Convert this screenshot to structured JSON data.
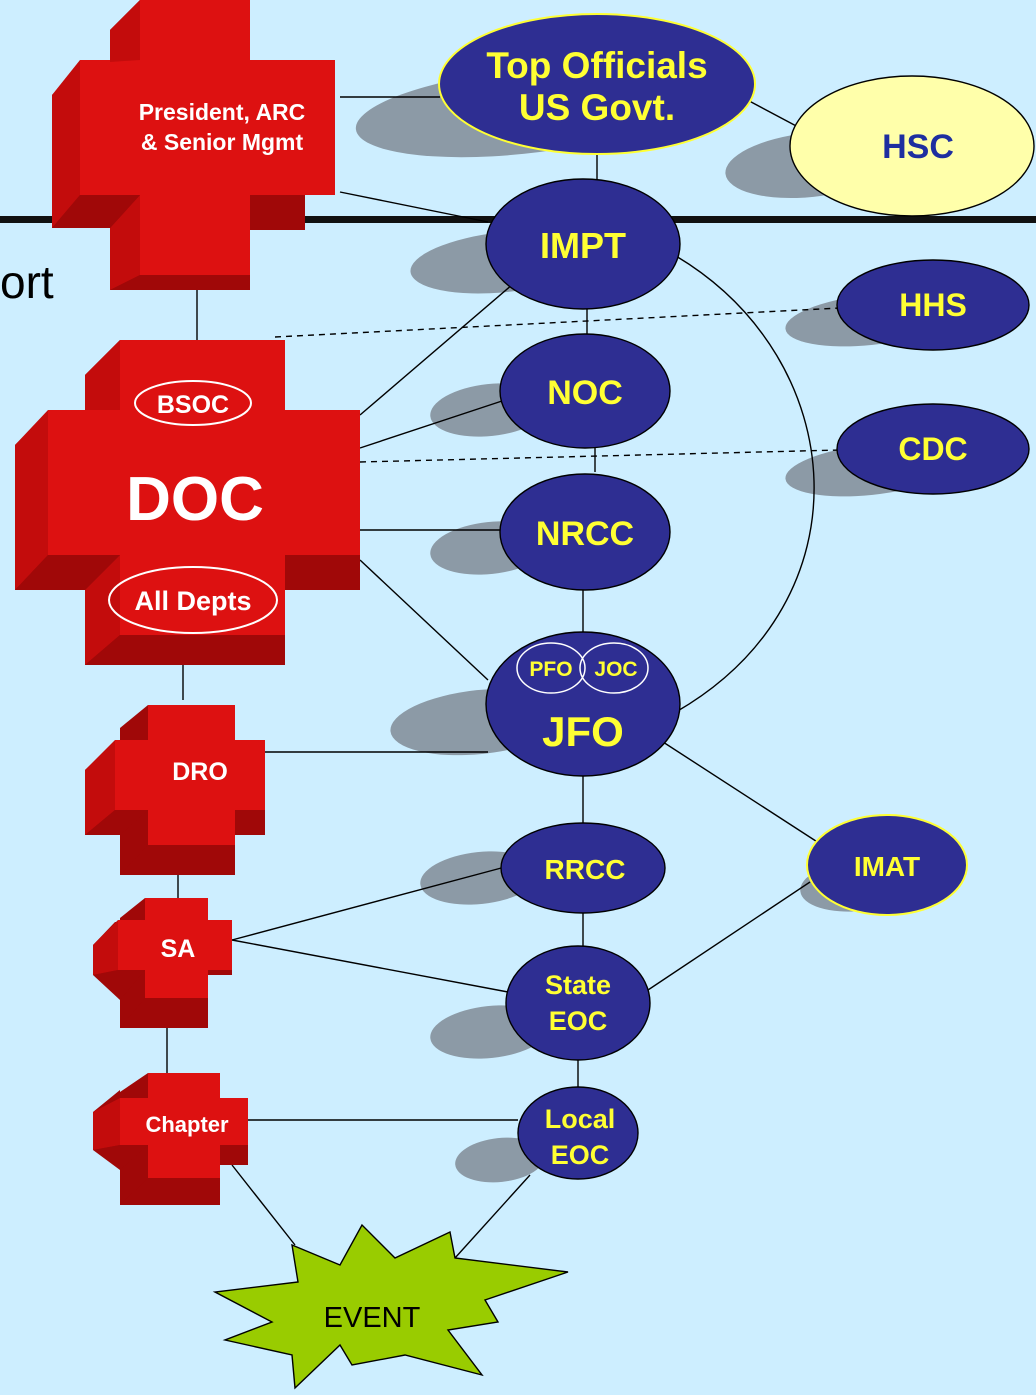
{
  "colors": {
    "background": "#cdeeff",
    "cross_red": "#dd1111",
    "cross_dark": "#a00808",
    "cross_mid": "#c30c0c",
    "fed_ellipse": "#2e2e92",
    "fed_text": "#ffff33",
    "yellow_ellipse": "#ffffaa",
    "yellow_text": "#1e2ea0",
    "shadow": "#8c9aa6",
    "event_fill": "#99cc00"
  },
  "background_text": "ort",
  "crosses": {
    "president": "President, ARC\n& Senior Mgmt",
    "doc": "DOC",
    "bsoc": "BSOC",
    "all_depts": "All Depts",
    "dro": "DRO",
    "sa": "SA",
    "chapter": "Chapter"
  },
  "agencies": {
    "top_officials": "Top Officials\nUS Govt.",
    "hsc": "HSC",
    "impt": "IMPT",
    "hhs": "HHS",
    "noc": "NOC",
    "cdc": "CDC",
    "nrcc": "NRCC",
    "pfo": "PFO",
    "joc": "JOC",
    "jfo": "JFO",
    "imat": "IMAT",
    "rrcc": "RRCC",
    "state_eoc": "State\nEOC",
    "local_eoc": "Local\nEOC"
  },
  "event": "EVENT"
}
